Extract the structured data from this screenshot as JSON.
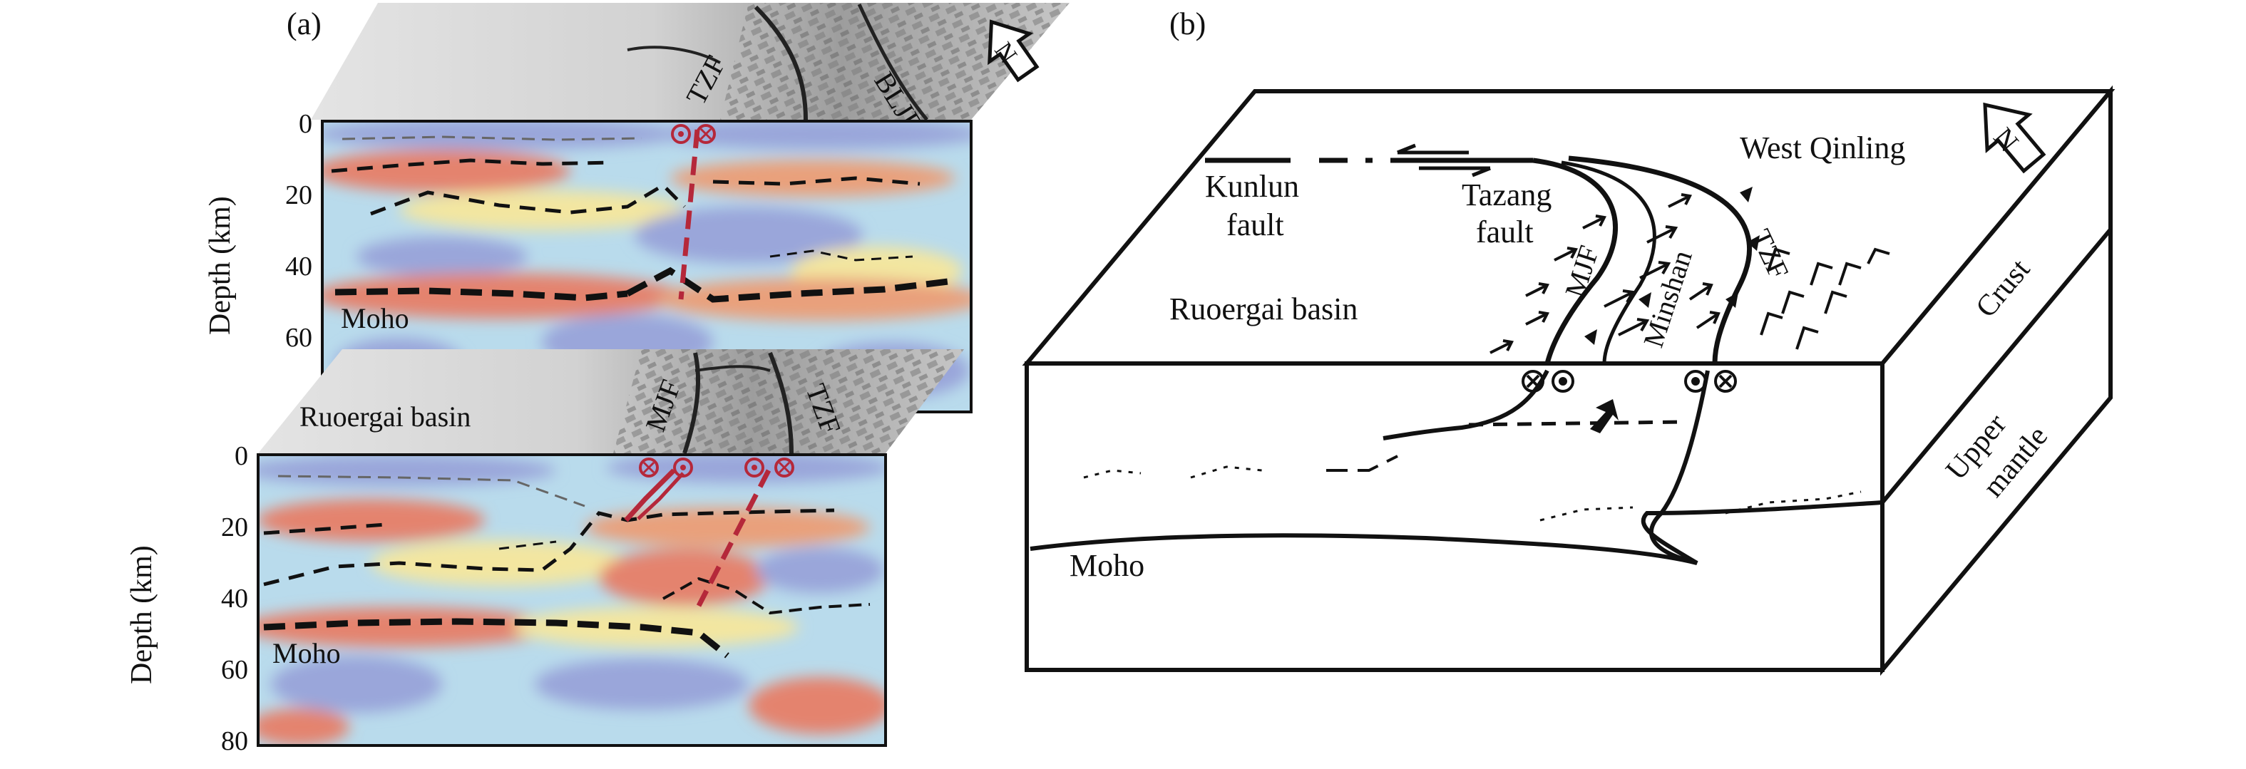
{
  "panel_a": {
    "letter": "(a)",
    "map_upper": {
      "fault_labels": [
        "TZF",
        "BLJF"
      ]
    },
    "map_lower": {
      "region_label": "Ruoergai basin",
      "fault_labels": [
        "MJF",
        "TZF"
      ]
    },
    "profile_upper": {
      "ylabel": "Depth (km)",
      "ticks": [
        "0",
        "20",
        "40",
        "60"
      ],
      "moho": "Moho"
    },
    "profile_lower": {
      "ylabel": "Depth (km)",
      "ticks": [
        "0",
        "20",
        "40",
        "60",
        "80"
      ],
      "moho": "Moho"
    },
    "north_arrow": "N"
  },
  "panel_b": {
    "letter": "(b)",
    "labels": {
      "west_qinling": "West Qinling",
      "kunlun_1": "Kunlun",
      "kunlun_2": "fault",
      "tazang_1": "Tazang",
      "tazang_2": "fault",
      "ruoergai": "Ruoergai basin",
      "mjf": "MJF",
      "minshan": "Minshan",
      "tzf": "TZF",
      "crust": "Crust",
      "upper": "Upper",
      "mantle": "mantle",
      "moho": "Moho"
    },
    "north_arrow": "N"
  },
  "colors": {
    "fault_red": "#b5283a",
    "line_black": "#111111",
    "tomo_blue": "#a9d4e8",
    "tomo_purple": "#9aa6da",
    "tomo_red": "#e4836e",
    "tomo_yellow": "#f3e6a0"
  }
}
